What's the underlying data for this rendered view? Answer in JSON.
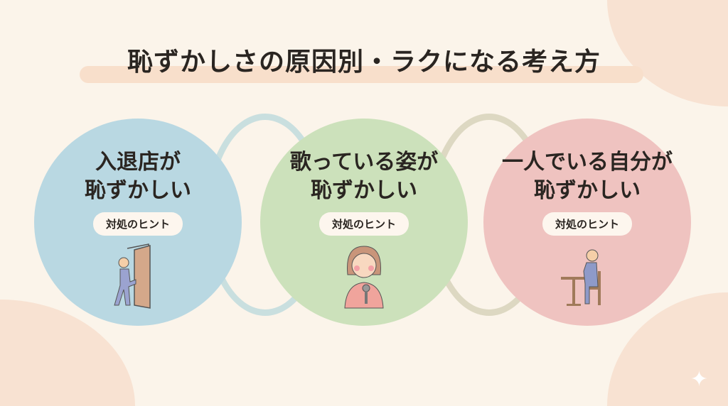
{
  "title": "恥ずかしさの原因別・ラクになる考え方",
  "cards": [
    {
      "heading_line1": "入退店が",
      "heading_line2": "恥ずかしい",
      "hint": "対処のヒント",
      "icon": "person-entering-door",
      "color": "#b9d8e2"
    },
    {
      "heading_line1": "歌っている姿が",
      "heading_line2": "恥ずかしい",
      "hint": "対処のヒント",
      "icon": "woman-singing-microphone",
      "color": "#cce1bb"
    },
    {
      "heading_line1": "一人でいる自分が",
      "heading_line2": "恥ずかしい",
      "hint": "対処のヒント",
      "icon": "person-sitting-alone-at-table",
      "color": "#efc3c0"
    }
  ],
  "background": "#fbf4ea"
}
